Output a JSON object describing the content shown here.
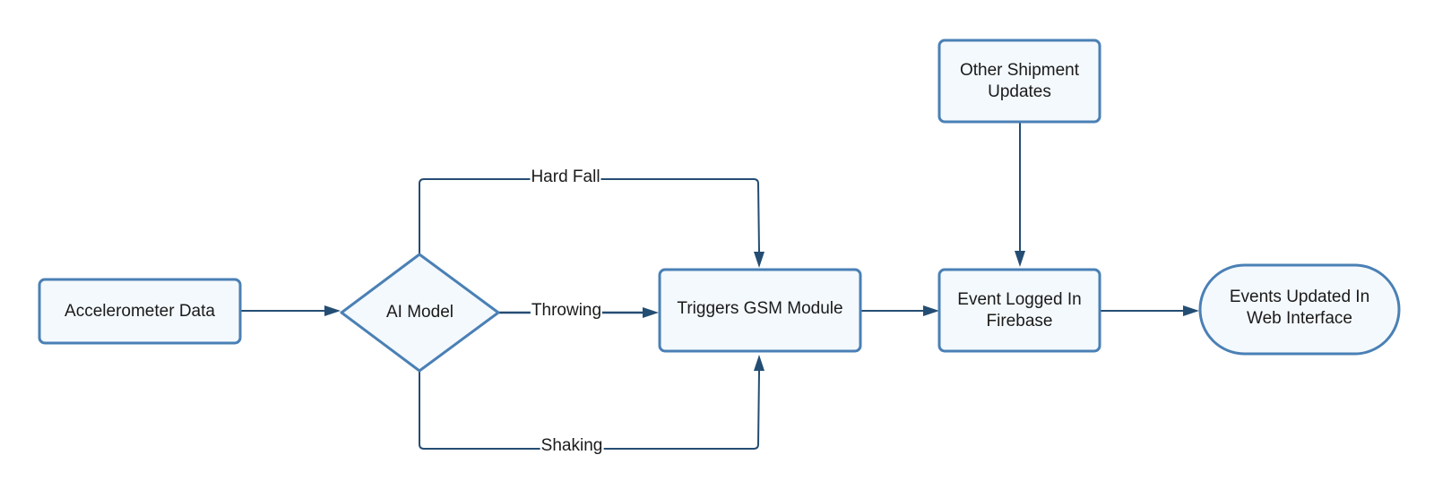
{
  "nodes": {
    "accelerometer": {
      "label": "Accelerometer Data"
    },
    "ai_model": {
      "label": "AI Model"
    },
    "gsm": {
      "label": "Triggers GSM Module"
    },
    "other_updates": {
      "label": "Other Shipment\nUpdates"
    },
    "firebase": {
      "label": "Event Logged In\nFirebase"
    },
    "web_interface": {
      "label": "Events Updated In\nWeb Interface"
    }
  },
  "edges": {
    "hard_fall": {
      "label": "Hard Fall"
    },
    "throwing": {
      "label": "Throwing"
    },
    "shaking": {
      "label": "Shaking"
    }
  },
  "colors": {
    "node_fill": "#f4f9fd",
    "node_stroke": "#4a80b5",
    "edge": "#244d73"
  }
}
